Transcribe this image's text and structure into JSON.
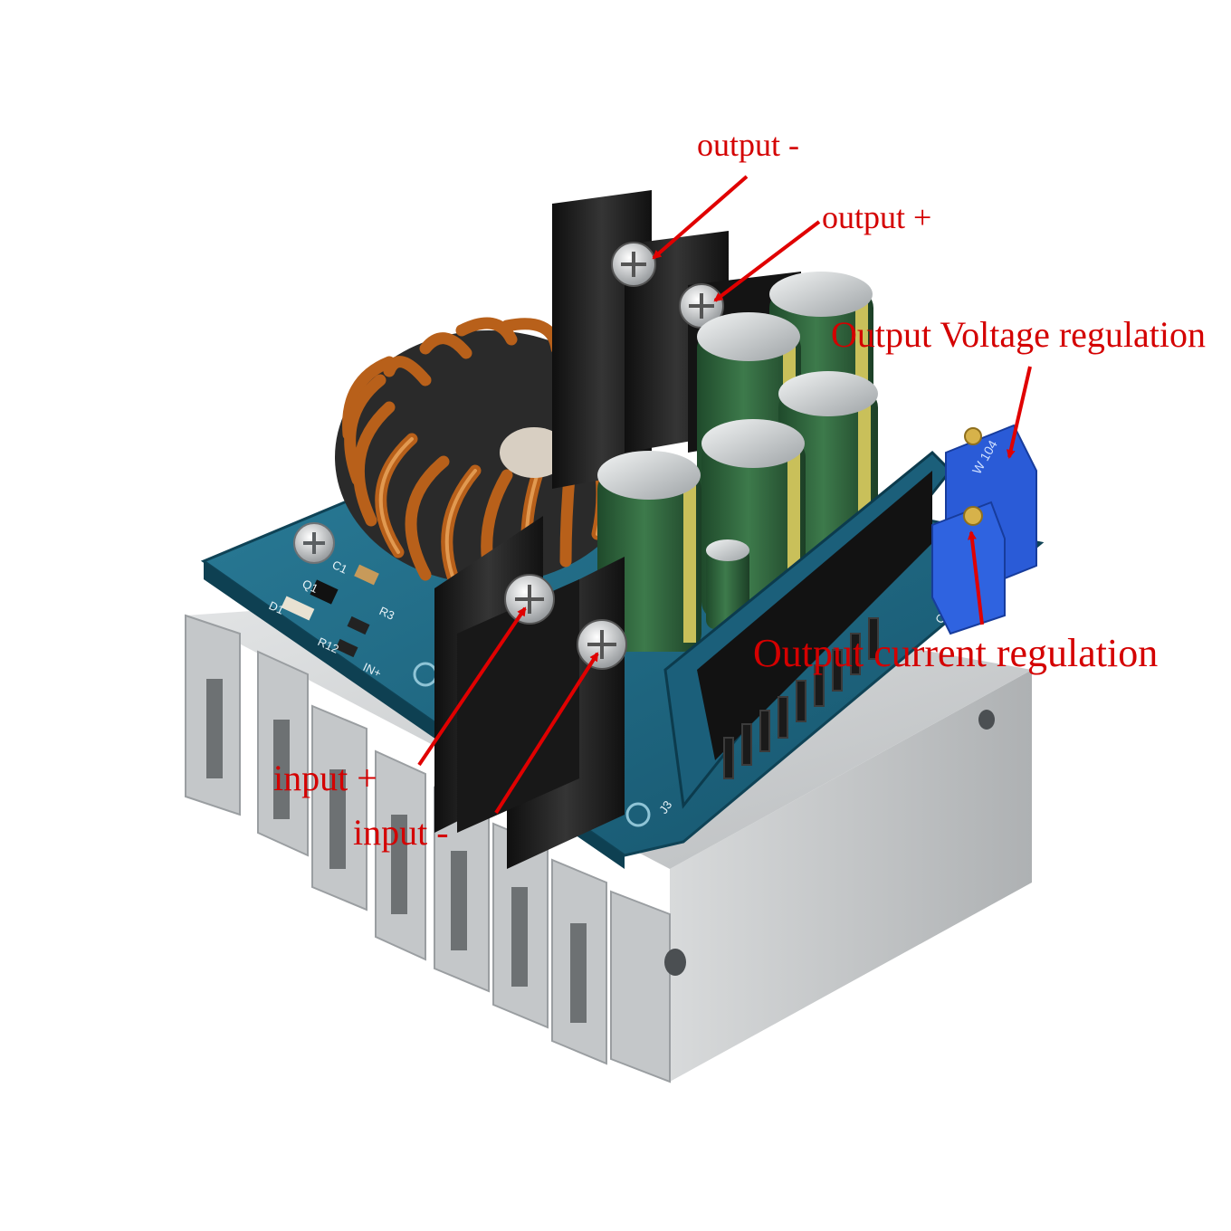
{
  "annotations": {
    "output_minus": "output -",
    "output_plus": "output +",
    "voltage_regulation": "Output Voltage regulation",
    "current_regulation": "Output current regulation",
    "input_plus": "input +",
    "input_minus": "input -"
  },
  "board_marks": {
    "pot_code": "W 104",
    "cc_mark": "CC",
    "j3_mark": "J3",
    "d1_mark": "D1",
    "q1_mark": "Q1",
    "c1_mark": "C1",
    "r3_mark": "R3",
    "r12_mark": "R12",
    "in_mark": "IN+"
  },
  "colors": {
    "annotation": "#d40000",
    "pcb": "#1f6f8b",
    "heatsink": "#cfd2d4",
    "copper": "#c86e1e",
    "capacitor": "#2f5e3a",
    "terminal": "#1c1c1c",
    "trimmer": "#2a5bd7"
  }
}
